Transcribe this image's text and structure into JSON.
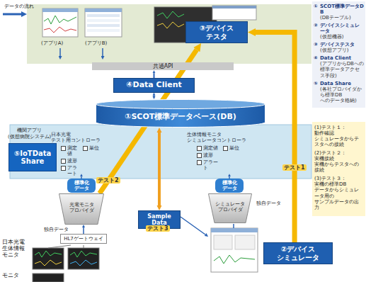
{
  "diagram": {
    "nodes": [
      {
        "text": [
          "③デバイス テスタ"
        ]
      },
      {
        "text": [
          "共通API"
        ]
      },
      {
        "text": [
          "④Data Client"
        ]
      },
      {
        "text": [
          "①SCOT標準データベース(DB)"
        ]
      },
      {
        "text": [
          "⑤IoTData Share"
        ]
      },
      {
        "text": [
          "日本光電 テスト用コントローラ",
          "測定値",
          "単位",
          "波形",
          "アラート"
        ]
      },
      {
        "text": [
          "生体情報モニタ シミュレータコントローラ",
          "測定値",
          "単位",
          "波形",
          "アラート"
        ]
      },
      {
        "text": [
          "標準化 データ"
        ]
      },
      {
        "text": [
          "光電モニタ プロバイダ"
        ]
      },
      {
        "text": [
          "標準化 データ"
        ]
      },
      {
        "text": [
          "シミュレータ プロバイダ"
        ]
      },
      {
        "text": [
          "Sample Data"
        ]
      },
      {
        "text": [
          "HL7ゲートウェイ"
        ]
      },
      {
        "text": [
          "②デバイス シミュレータ"
        ]
      },
      {
        "text": [
          "①",
          "SCOT標準データDB",
          "(DBテーブル)",
          "②",
          "デバイスシミュレータ",
          "(仮想機器)",
          "③",
          "デバイステスタ",
          "(仮想アプリ)",
          "④",
          "Data Client",
          "(アプリからDBへの 標準データアクセス手段)",
          "⑤",
          "Data Share",
          "(各社プロバイダから標準DB へのデータ格納)"
        ]
      },
      {
        "text": [
          "(1)テスト１：動作確認 シミュレータからテスタへの接続",
          "(2)テスト２：実機接続 実機からテスタへの接続",
          "(3)テスト３：実機の標準DB データからシミュレータ用の サンプルデータの出力"
        ]
      }
    ],
    "edges": [
      {
        "from": 2,
        "to": 1,
        "arrow": "to"
      },
      {
        "from": 3,
        "to": 2,
        "arrow": "both"
      },
      {
        "from": 13,
        "to": 0,
        "arrow": "to",
        "label": "テスト1"
      },
      {
        "from": 8,
        "to": 0,
        "arrow": "to",
        "label": "テスト2"
      },
      {
        "from": 3,
        "to": 11,
        "arrow": "both"
      },
      {
        "from": 7,
        "to": 5,
        "arrow": "to"
      },
      {
        "from": 9,
        "to": 6,
        "arrow": "to"
      },
      {
        "from": 12,
        "to": 8,
        "arrow": "to"
      }
    ],
    "labels": [
      "データの流れ",
      "(アプリA)",
      "(アプリB)",
      "機関アプリ",
      "(仮想病院システム)",
      "独自データ",
      "独自データ",
      "日本光電 生体情報 モニタ",
      "モニタ",
      "テスト3"
    ]
  }
}
